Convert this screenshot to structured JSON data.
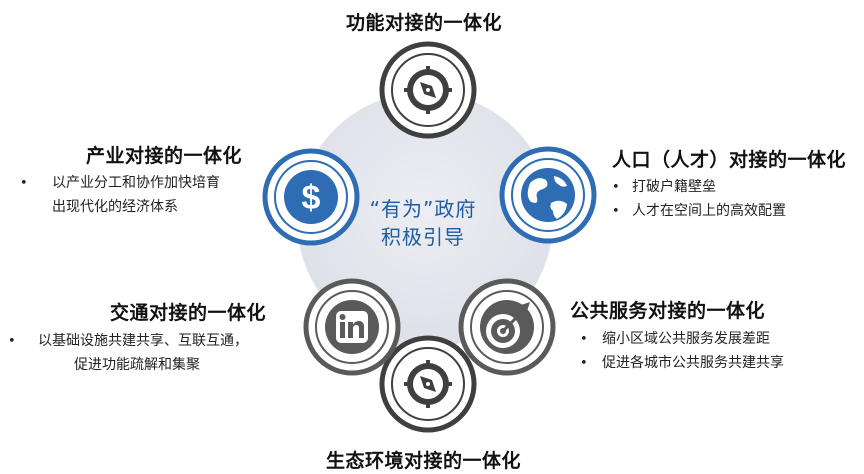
{
  "center": {
    "line1": "“有为”政府",
    "line2": "积极引导"
  },
  "nodes": {
    "top": {
      "title": "功能对接的一体化",
      "icon": "compass-icon"
    },
    "upper_right": {
      "title": "人口（人才）对接的一体化",
      "icon": "globe-icon",
      "bullets": [
        "打破户籍壁垒",
        "人才在空间上的高效配置"
      ]
    },
    "lower_right": {
      "title": "公共服务对接的一体化",
      "icon": "target-icon",
      "bullets": [
        "缩小区域公共服务发展差距",
        "促进各城市公共服务共建共享"
      ]
    },
    "bottom": {
      "title": "生态环境对接的一体化",
      "icon": "compass-icon"
    },
    "lower_left": {
      "title": "交通对接的一体化",
      "icon": "linkedin-icon",
      "bullets": [
        "以基础设施共建共享、互联互通，",
        "促进功能疏解和集聚"
      ]
    },
    "upper_left": {
      "title": "产业对接的一体化",
      "icon": "dollar-icon",
      "bullets": [
        "以产业分工和协作加快培育",
        "出现代化的经济体系"
      ]
    }
  },
  "bullet_symbol": "•",
  "colors": {
    "accent_blue": "#2e6db4",
    "dark_gray": "#3f3f3f",
    "center_fill": "#e4e6ed",
    "text_blue": "#1f5c9e"
  }
}
